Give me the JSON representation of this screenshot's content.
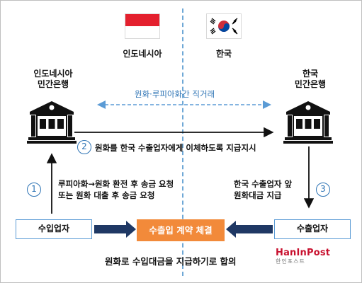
{
  "countries": {
    "left": "인도네시아",
    "right": "한국"
  },
  "banks": {
    "left": [
      "인도네시아",
      "민간은행"
    ],
    "right": [
      "한국",
      "민간은행"
    ]
  },
  "direct_trade_label": "원화·루피아화간 직거래",
  "steps": {
    "step1": {
      "number": "1",
      "lines": [
        "루피아화→원화 환전 후 송금 요청",
        "또는 원화 대출 후 송금 요청"
      ]
    },
    "step2": {
      "number": "2",
      "text": "원화를 한국 수출업자에게 이체하도록 지급지시"
    },
    "step3": {
      "number": "3",
      "lines": [
        "한국 수출업자 앞",
        "원화대금 지급"
      ]
    }
  },
  "parties": {
    "importer": "수입업자",
    "exporter": "수출업자",
    "contract": "수출입 계약 체결"
  },
  "agreement_text": "원화로 수입대금을 지급하기로 합의",
  "logo": {
    "main": "HanInPost",
    "sub": "한인포스트"
  },
  "colors": {
    "accent_blue": "#2e74b5",
    "navy_arrow": "#1f3864",
    "contract_orange": "#f28a3a",
    "logo_red": "#c8102e",
    "indonesia_red": "#e4202e",
    "korea_red": "#cd2e3a",
    "korea_blue": "#0047a0"
  },
  "icons": {
    "bank": "bank-building-icon",
    "flag_left": "indonesia-flag-icon",
    "flag_right": "korea-flag-icon"
  }
}
